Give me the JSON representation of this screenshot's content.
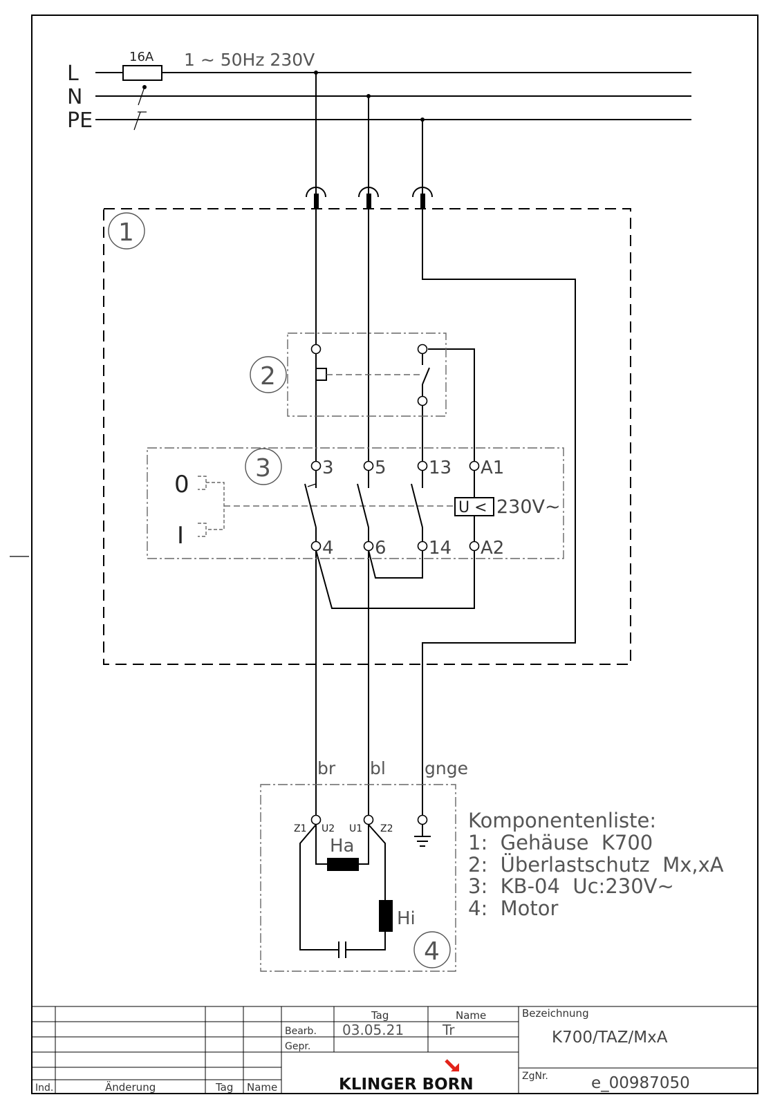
{
  "supply": {
    "lines": [
      "L",
      "N",
      "PE"
    ],
    "fuse_rating": "16A",
    "spec": "1 ∼ 50Hz  230V"
  },
  "components": {
    "c1": "1",
    "c2": "2",
    "c3": "3",
    "c4": "4"
  },
  "switch": {
    "pos_off": "0",
    "pos_on": "I",
    "t3": "3",
    "t5": "5",
    "t13": "13",
    "tA1": "A1",
    "t4": "4",
    "t6": "6",
    "t14": "14",
    "tA2": "A2",
    "coil_label": "U <",
    "coil_voltage": "230V~"
  },
  "wires": {
    "brown": "br",
    "blue": "bl",
    "green_yellow": "gnge"
  },
  "motor": {
    "z1": "Z1",
    "u2": "U2",
    "u1": "U1",
    "z2": "Z2",
    "main_winding": "Ha",
    "aux_winding": "Hi"
  },
  "component_list": {
    "title": "Komponentenliste:",
    "items": [
      "1:  Gehäuse  K700",
      "2:  Überlastschutz  Mx,xA",
      "3:  KB-04  Uc:230V~",
      "4:  Motor"
    ]
  },
  "title_block": {
    "ind": "Ind.",
    "change": "Änderung",
    "date_col": "Tag",
    "name_col": "Name",
    "bearb": "Bearb.",
    "gepr": "Gepr.",
    "date_head": "Tag",
    "name_head": "Name",
    "date_value": "03.05.21",
    "name_value": "Tr",
    "designation_label": "Bezeichnung",
    "designation": "K700/TAZ/MxA",
    "drawing_no_label": "ZgNr.",
    "drawing_no": "e_00987050",
    "company": "KLINGER BORN",
    "brand_color": "#e2231a"
  }
}
